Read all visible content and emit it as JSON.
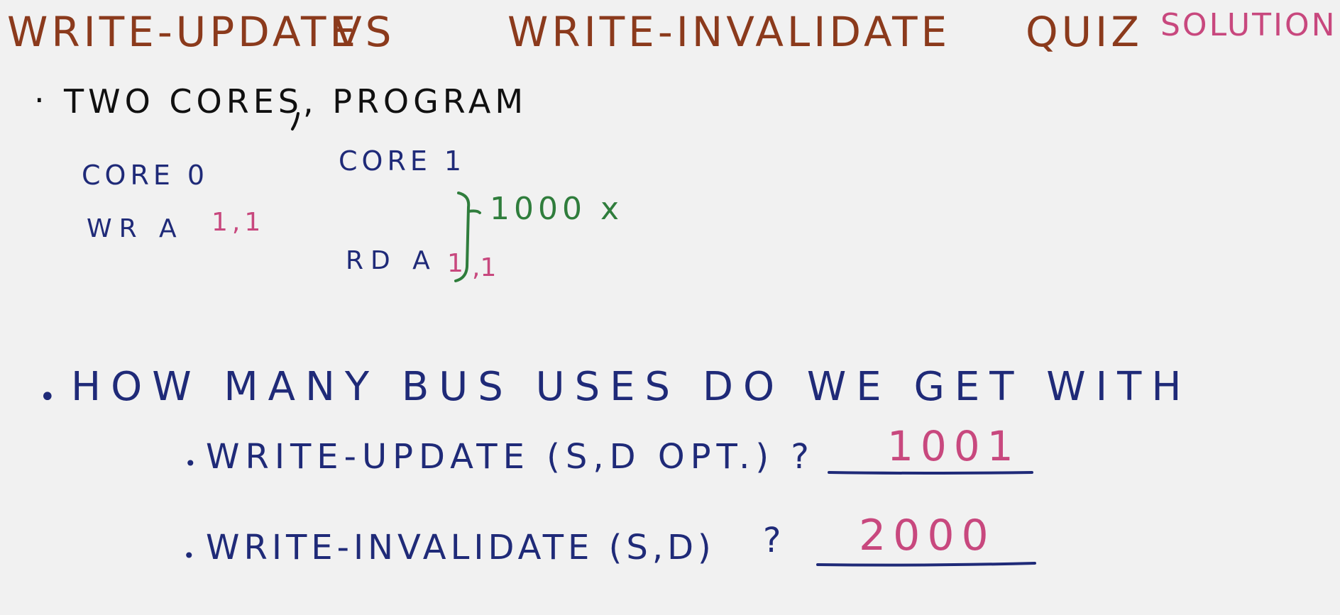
{
  "title": {
    "part1": "WRITE-UPDATE",
    "part2": "VS",
    "part3": "WRITE-INVALIDATE",
    "part4": "QUIZ",
    "part5": "SOLUTION"
  },
  "bullet1": {
    "dot": "·",
    "text": "TWO CORES, PROGRAM"
  },
  "program": {
    "core0_label": "CORE 0",
    "core1_label": "CORE 1",
    "core0_instr": "WR A",
    "core0_annot": "1,1",
    "core1_instr": "RD A",
    "core1_annot_a": "1",
    "core1_annot_b": ",1",
    "repeat": "1000 x"
  },
  "bullet2": {
    "dot": "•",
    "text": "HOW MANY BUS USES DO WE GET WITH"
  },
  "q1": {
    "dot": "•",
    "text": "WRITE-UPDATE (S,D OPT.) ?",
    "answer": "1001"
  },
  "q2": {
    "dot": "•",
    "text": "WRITE-INVALIDATE (S,D)",
    "qmark": "?",
    "answer": "2000"
  }
}
